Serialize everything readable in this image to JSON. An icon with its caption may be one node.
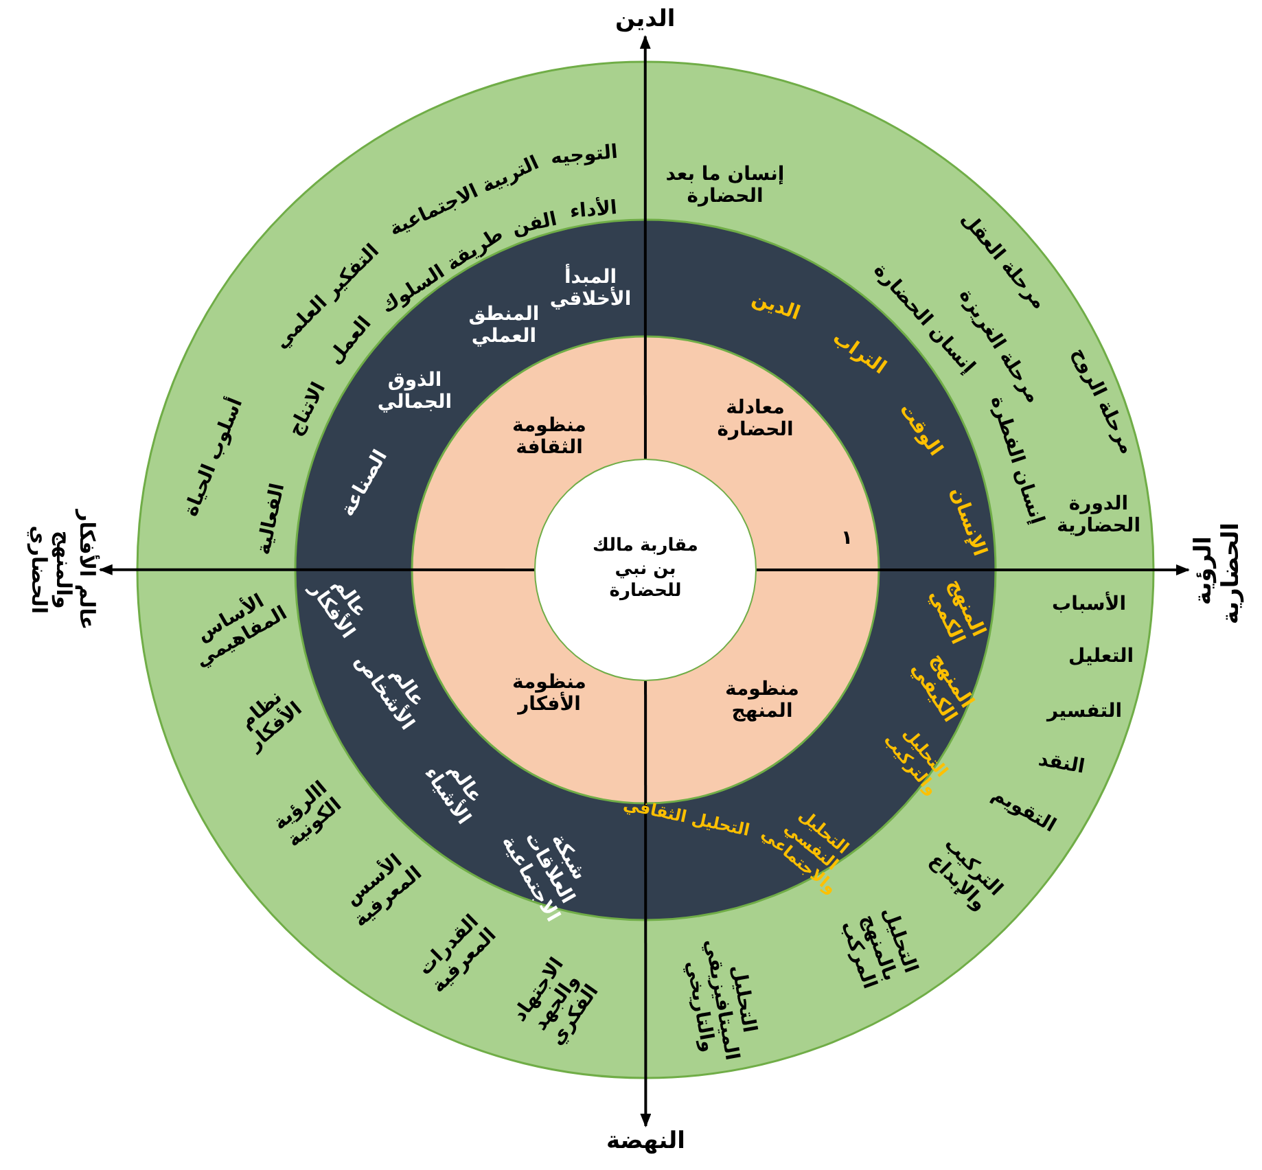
{
  "diagram": {
    "nodes": [
      {
        "text": [
          "مقاربة مالك بن نبي للحضارة"
        ]
      },
      {
        "text": [
          "الدين"
        ]
      },
      {
        "text": [
          "الرؤية الحضارية"
        ]
      },
      {
        "text": [
          "النهضة"
        ]
      },
      {
        "text": [
          "عالم الأفكار والمنهج الحضاري"
        ]
      }
    ],
    "edges": [
      {
        "from": 0,
        "to": 1,
        "arrow": "to"
      },
      {
        "from": 0,
        "to": 2,
        "arrow": "to"
      },
      {
        "from": 0,
        "to": 3,
        "arrow": "to"
      },
      {
        "from": 0,
        "to": 4,
        "arrow": "to"
      }
    ],
    "labels": [
      "إنسان ما بعد الحضارة",
      "التوجيه",
      "التربية الاجتماعية",
      "التفكير العلمي",
      "أسلوب الحياة",
      "الأداء",
      "الفن",
      "طريقة السلوك",
      "العمل",
      "الاتناج",
      "الفعالية",
      "مرحلة الروح",
      "مرحلة العقل",
      "مرحلة الغريزة",
      "إنسان الفطرة",
      "إنسان الحضارة",
      "الدورة الحضارية",
      "الأسباب",
      "التعليل",
      "التفسير",
      "النقد",
      "التقويم",
      "التركيب والإبداع",
      "التحليل بالمنهج المركب",
      "التحليل الميتافيزيقي والتاريخي",
      "الأساس المفاهيمي",
      "نظام الأفكار",
      "االرؤية الكونية",
      "الأسس المعرفية",
      "القدرات المعرفية",
      "الاجتهاد والجهد الفكري",
      "المبدأ الأخلاقي",
      "المنطق العملي",
      "الذوق الجمالي",
      "الصناعة",
      "الدين",
      "التراب",
      "الوقت",
      "الإنسان",
      "المنهج الكمي",
      "المنهج الكيفي",
      "التحليل والتركيب",
      "التحليل الثقافي",
      "التحليل النفسي والاجتماعي",
      "عالم الأفكار",
      "عالم الأشخاص",
      "عالم الأشياء",
      "شبكة العلاقات الاجتماعية",
      "منظومة الثقافة",
      "معادلة الحضارة",
      "١",
      "منظومة الأفكار",
      "منظومة المنهج"
    ]
  }
}
